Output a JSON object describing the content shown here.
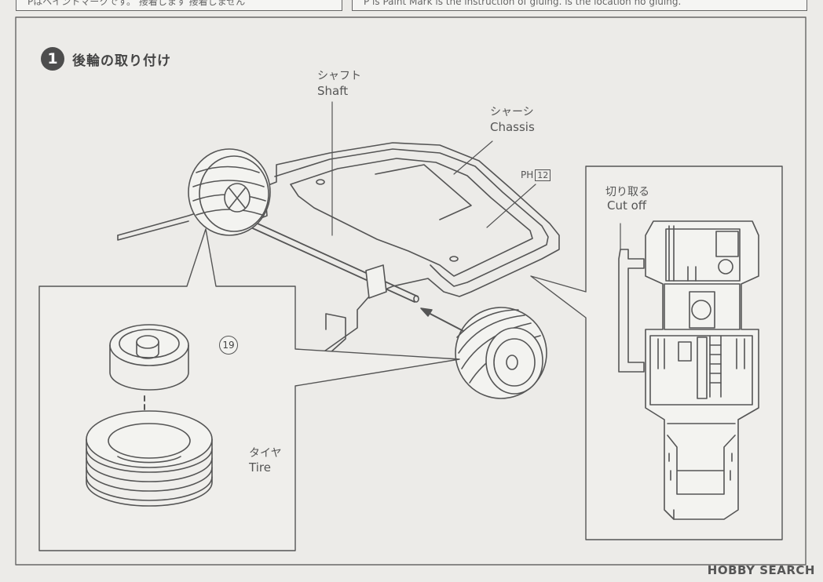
{
  "header": {
    "left_text": "Pはペイントマークです。  接着します  接着しません",
    "right_text": "P is Paint Mark   is the instruction of gluing.   is the location no gluing."
  },
  "step": {
    "number": "1",
    "title": "後輪の取り付け"
  },
  "labels": {
    "shaft_jp": "シャフト",
    "shaft_en": "Shaft",
    "chassis_jp": "シャーシ",
    "chassis_en": "Chassis",
    "cutoff_jp": "切り取る",
    "cutoff_en": "Cut off",
    "tire_jp": "タイヤ",
    "tire_en": "Tire"
  },
  "paint_mark": {
    "symbol": "PH",
    "number": "12"
  },
  "part_number": "19",
  "watermark": "HOBBY SEARCH",
  "colors": {
    "background": "#ecebe8",
    "line": "#555555",
    "badge": "#4d4d4d"
  }
}
